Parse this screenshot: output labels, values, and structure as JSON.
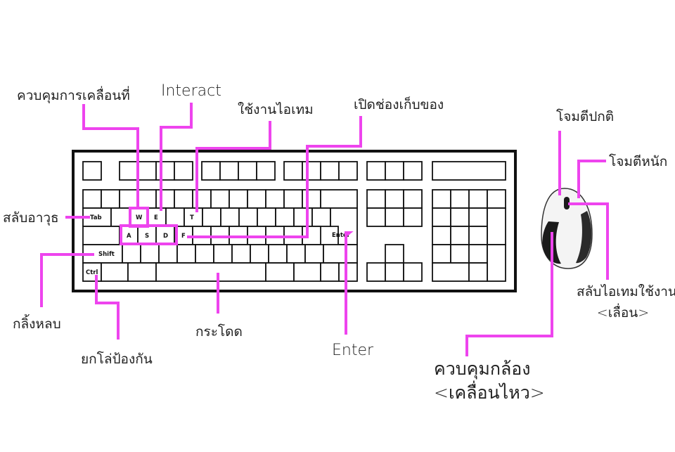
{
  "labels": {
    "movement": "ควบคุมการเคลื่อนที่",
    "interact": "Interact",
    "use_item": "ใช้งานไอเทม",
    "open_inventory": "เปิดช่องเก็บของ",
    "normal_attack": "โจมตีปกติ",
    "heavy_attack": "โจมตีหนัก",
    "switch_weapon": "สลับอาวุธ",
    "switch_item_line1": "สลับไอเทมใช้งาน",
    "switch_item_line2": "<เลื่อน>",
    "dodge": "กลิ้งหลบ",
    "block": "ยกโล่ป้องกัน",
    "jump": "กระโดด",
    "enter": "Enter",
    "camera_line1": "ควบคุมกล้อง",
    "camera_line2": "<เคลื่อนไหว>"
  },
  "keys": {
    "tab": "Tab",
    "shift": "Shift",
    "ctrl": "Ctrl",
    "w": "W",
    "e": "E",
    "t": "T",
    "a": "A",
    "s": "S",
    "d": "D",
    "f": "F",
    "enter": "Enter"
  },
  "colors": {
    "highlight": "#ee44ee",
    "outline": "#111111"
  }
}
